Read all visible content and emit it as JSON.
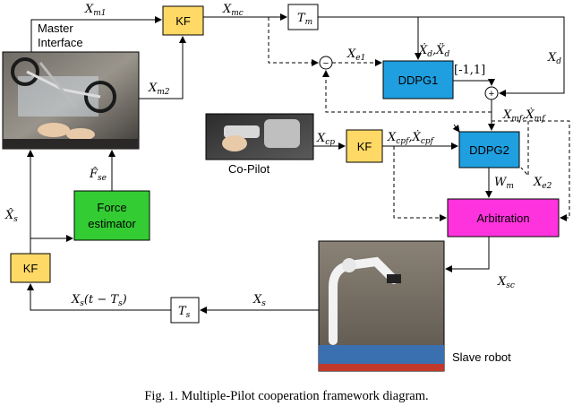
{
  "blocks": {
    "kf_top": "KF",
    "kf_copilot": "KF",
    "kf_left": "KF",
    "tm": "T",
    "tm_sub": "m",
    "ts": "T",
    "ts_sub": "s",
    "ddpg1": "DDPG1",
    "ddpg2": "DDPG2",
    "force_estimator_line1": "Force",
    "force_estimator_line2": "estimator",
    "arbitration": "Arbitration"
  },
  "photos": {
    "master_interface_line1": "Master",
    "master_interface_line2": "Interface",
    "copilot": "Co-Pilot",
    "slave_robot": "Slave robot"
  },
  "signals": {
    "xm1": "X",
    "xm1_sub": "m1",
    "xm2": "X",
    "xm2_sub": "m2",
    "xmc": "X",
    "xmc_sub": "mc",
    "xd_dot": "Ẋ",
    "xd_dot_sub": "d",
    "xd_comma": ",",
    "xdd": "Ẍ",
    "xdd_sub": "d",
    "xd": "X",
    "xd_sub": "d",
    "xe1": "X",
    "xe1_sub": "e1",
    "range": "[-1,1]",
    "xmf": "X",
    "xmf_sub": "mf",
    "xmf_comma": ",",
    "xmf_dot": "Ẋ",
    "xmf_dot_sub": "mf",
    "xcp": "X",
    "xcp_sub": "cp",
    "xcpf": "X",
    "xcpf_sub": "cpf",
    "xcpf_comma": ",",
    "xcpf_dot": "Ẋ",
    "xcpf_dot_sub": "cpf",
    "xe2": "X",
    "xe2_sub": "e2",
    "wm": "W",
    "wm_sub": "m",
    "xsc": "X",
    "xsc_sub": "sc",
    "fse": "F̂",
    "fse_sub": "se",
    "xs_hat": "X̂",
    "xs_hat_sub": "s",
    "xs_delay": "X",
    "xs_delay_sub": "s",
    "xs_delay_rest": "(t − T",
    "xs_delay_sub2": "s",
    "xs_delay_close": ")",
    "xs": "X",
    "xs_sub": "s"
  },
  "sum_nodes": {
    "minus_sign": "−",
    "plus_sign": "+"
  },
  "caption": "Fig. 1.  Multiple-Pilot cooperation framework diagram.",
  "colors": {
    "kf_fill": "#FFD966",
    "ddpg_fill": "#1F9FE0",
    "force_fill": "#33CC33",
    "arbitration_fill": "#FF33DD",
    "line": "#000000"
  }
}
